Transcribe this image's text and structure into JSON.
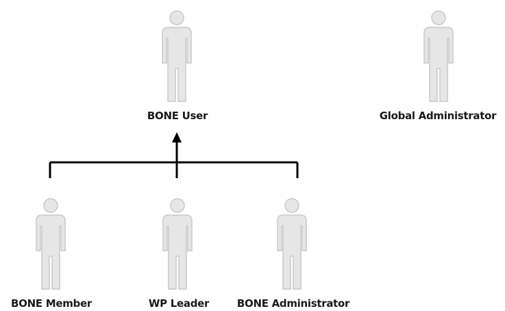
{
  "actors": [
    {
      "id": "bone-user",
      "label": "BONE User"
    },
    {
      "id": "global-administrator",
      "label": "Global Administrator"
    },
    {
      "id": "bone-member",
      "label": "BONE Member"
    },
    {
      "id": "wp-leader",
      "label": "WP Leader"
    },
    {
      "id": "bone-administrator",
      "label": "BONE Administrator"
    }
  ],
  "relations": [
    {
      "from": "bone-member",
      "to": "bone-user",
      "type": "generalization"
    },
    {
      "from": "wp-leader",
      "to": "bone-user",
      "type": "generalization"
    },
    {
      "from": "bone-administrator",
      "to": "bone-user",
      "type": "generalization"
    }
  ],
  "colors": {
    "actor_fill": "#e6e6e6",
    "actor_stroke": "#c8c8c8",
    "connector": "#000000",
    "label_text": "#1a1a1a"
  }
}
